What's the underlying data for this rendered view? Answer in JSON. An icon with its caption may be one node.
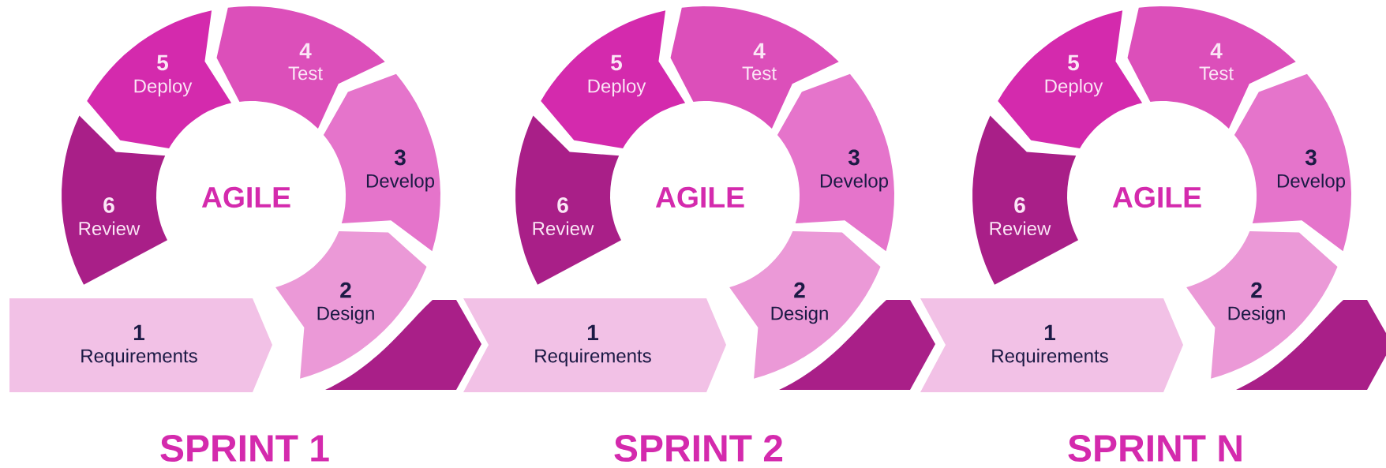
{
  "diagram": {
    "nodes": [
      {
        "text": [
          "1",
          "Requirements"
        ]
      },
      {
        "text": [
          "2",
          "Design"
        ]
      },
      {
        "text": [
          "3",
          "Develop"
        ]
      },
      {
        "text": [
          "4",
          "Test"
        ]
      },
      {
        "text": [
          "5",
          "Deploy"
        ]
      },
      {
        "text": [
          "6",
          "Review"
        ]
      },
      {
        "text": [],
        "shape": "arrow"
      },
      {
        "text": [
          "1",
          "Requirements"
        ]
      },
      {
        "text": [
          "2",
          "Design"
        ]
      },
      {
        "text": [
          "3",
          "Develop"
        ]
      },
      {
        "text": [
          "4",
          "Test"
        ]
      },
      {
        "text": [
          "5",
          "Deploy"
        ]
      },
      {
        "text": [
          "6",
          "Review"
        ]
      },
      {
        "text": [],
        "shape": "arrow"
      },
      {
        "text": [
          "1",
          "Requirements"
        ]
      },
      {
        "text": [
          "2",
          "Design"
        ]
      },
      {
        "text": [
          "3",
          "Develop"
        ]
      },
      {
        "text": [
          "4",
          "Test"
        ]
      },
      {
        "text": [
          "5",
          "Deploy"
        ]
      },
      {
        "text": [
          "6",
          "Review"
        ]
      },
      {
        "text": [],
        "shape": "arrow"
      }
    ],
    "labels": [
      "AGILE",
      "AGILE",
      "AGILE",
      "SPRINT 1",
      "SPRINT 2",
      "SPRINT N"
    ]
  }
}
